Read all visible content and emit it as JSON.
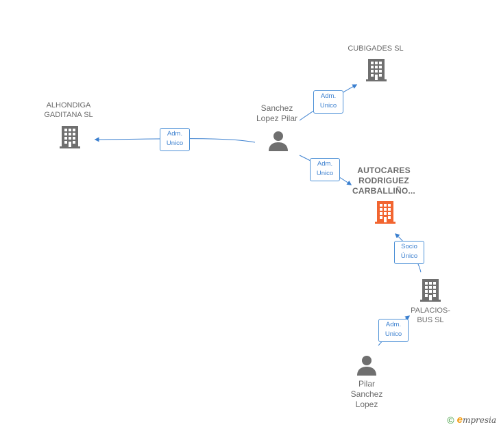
{
  "colors": {
    "edge": "#3a7fcf",
    "node_gray": "#6f6f6f",
    "node_highlight": "#f26530"
  },
  "nodes": {
    "cubigades": {
      "label": "CUBIGADES SL",
      "icon": "building-icon"
    },
    "alhondiga": {
      "label": "ALHONDIGA\nGADITANA SL",
      "icon": "building-icon"
    },
    "sanchez": {
      "label": "Sanchez\nLopez Pilar",
      "icon": "person-icon"
    },
    "autocares": {
      "label": "AUTOCARES\nRODRIGUEZ\nCARBALLIÑO...",
      "icon": "building-icon"
    },
    "palacios": {
      "label": "PALACIOS-\nBUS SL",
      "icon": "building-icon"
    },
    "pilar": {
      "label": "Pilar\nSanchez\nLopez",
      "icon": "person-icon"
    }
  },
  "edges": {
    "e1": {
      "label": "Adm.\nUnico"
    },
    "e2": {
      "label": "Adm.\nUnico"
    },
    "e3": {
      "label": "Adm.\nUnico"
    },
    "e4": {
      "label": "Socio\nÚnico"
    },
    "e5": {
      "label": "Adm.\nUnico"
    }
  },
  "footer": {
    "copyright": "©",
    "brand_initial": "e",
    "brand_rest": "mpresia"
  }
}
